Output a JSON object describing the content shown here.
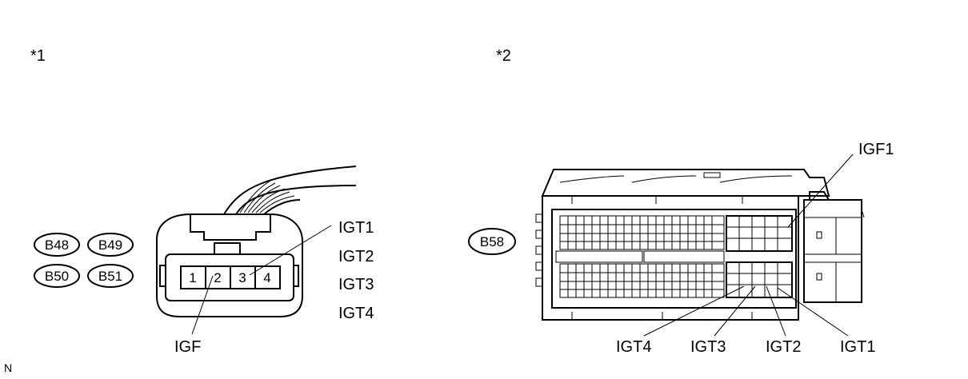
{
  "views": [
    {
      "marker": "*1",
      "connector_codes": [
        "B48",
        "B49",
        "B50",
        "B51"
      ],
      "pins": [
        "1",
        "2",
        "3",
        "4"
      ],
      "signal_labels": [
        "IGT1",
        "IGT2",
        "IGT3",
        "IGT4"
      ],
      "bottom_label": "IGF"
    },
    {
      "marker": "*2",
      "connector_code": "B58",
      "top_label": "IGF1",
      "bottom_labels": [
        "IGT4",
        "IGT3",
        "IGT2",
        "IGT1"
      ]
    }
  ],
  "corner_note": "N"
}
